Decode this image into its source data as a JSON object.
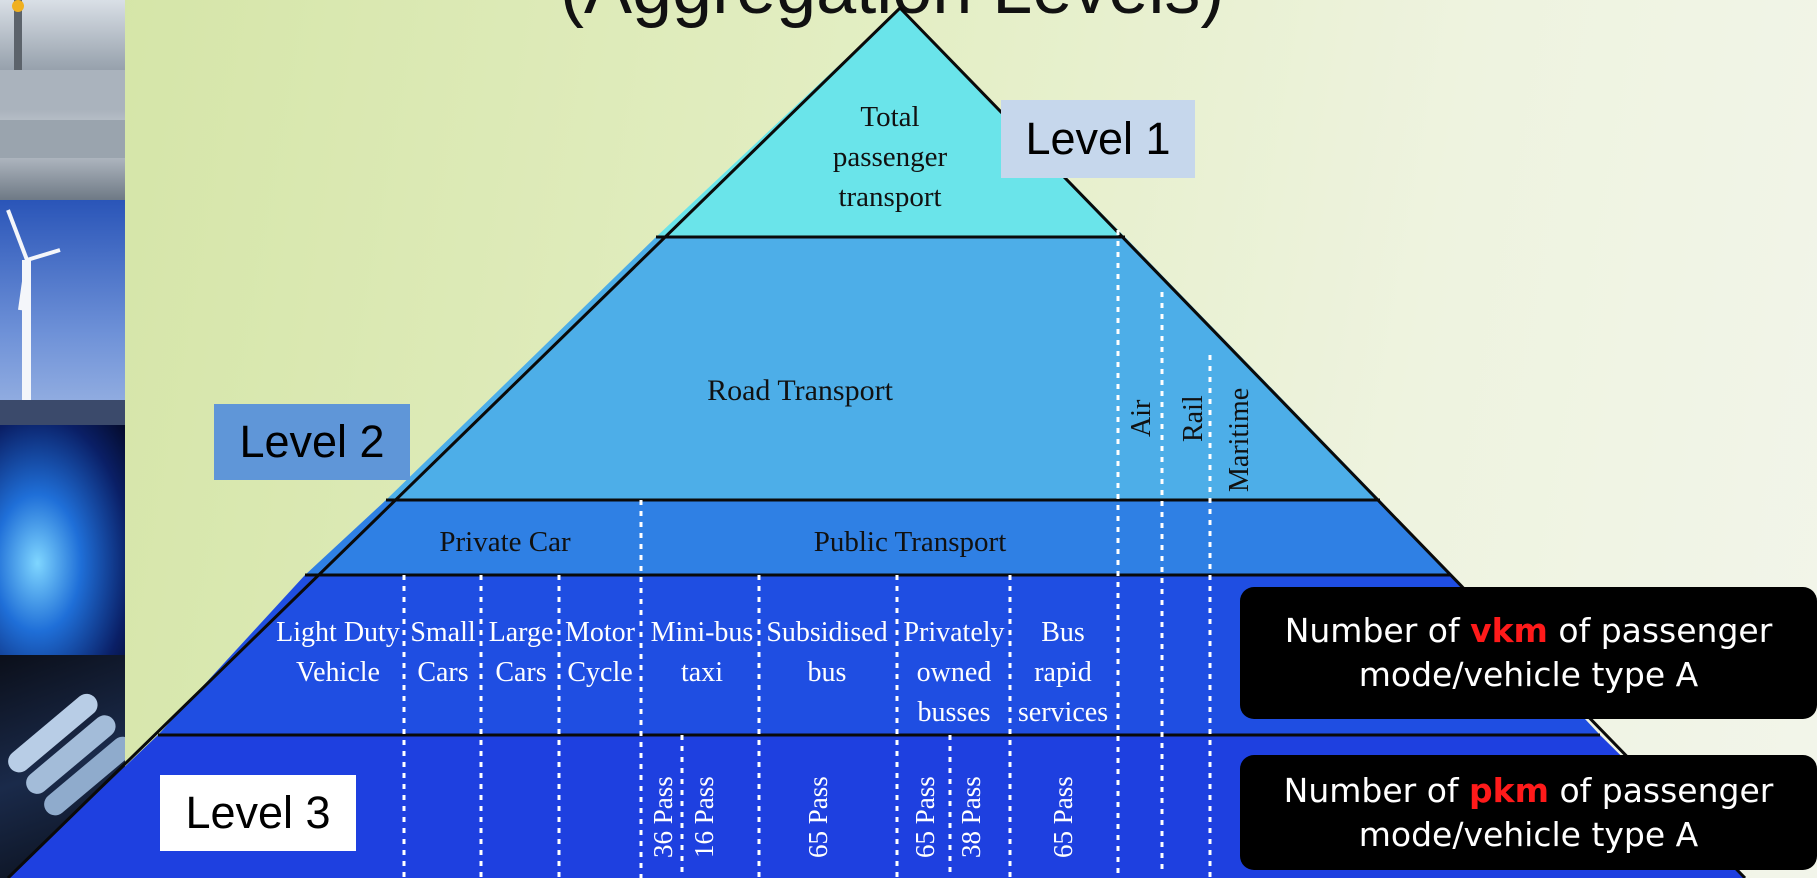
{
  "title_fragment": "(Aggregation Levels)",
  "levels": {
    "l1": "Level 1",
    "l2": "Level 2",
    "l3": "Level 3"
  },
  "pyramid": {
    "top": [
      "Total",
      "passenger",
      "transport"
    ],
    "road": "Road Transport",
    "side_modes": [
      "Air",
      "Rail",
      "Maritime"
    ],
    "private_car": "Private Car",
    "public_transport": "Public Transport",
    "vehicles": [
      {
        "lines": [
          "Light Duty",
          "Vehicle"
        ]
      },
      {
        "lines": [
          "Small",
          "Cars"
        ]
      },
      {
        "lines": [
          "Large",
          "Cars"
        ]
      },
      {
        "lines": [
          "Motor",
          "Cycle"
        ]
      },
      {
        "lines": [
          "Mini-bus",
          "taxi"
        ]
      },
      {
        "lines": [
          "Subsidised",
          "bus"
        ]
      },
      {
        "lines": [
          "Privately",
          "owned",
          "busses"
        ]
      },
      {
        "lines": [
          "Bus",
          "rapid",
          "services"
        ]
      }
    ],
    "capacities": [
      "36 Pass",
      "16 Pass",
      "65 Pass",
      "65 Pass",
      "38 Pass",
      "65 Pass"
    ]
  },
  "callouts": {
    "vkm": {
      "pre": "Number of ",
      "key": "vkm",
      "post": " of passenger",
      "line2": "mode/vehicle type A"
    },
    "pkm": {
      "pre": "Number of ",
      "key": "pkm",
      "post": " of passenger",
      "line2": "mode/vehicle type A"
    }
  },
  "colors": {
    "top": "#6ae4ea",
    "road": "#4daee8",
    "mid": "#2f80e4",
    "low": "#1f4ee2",
    "bottom": "#1e40e0"
  }
}
